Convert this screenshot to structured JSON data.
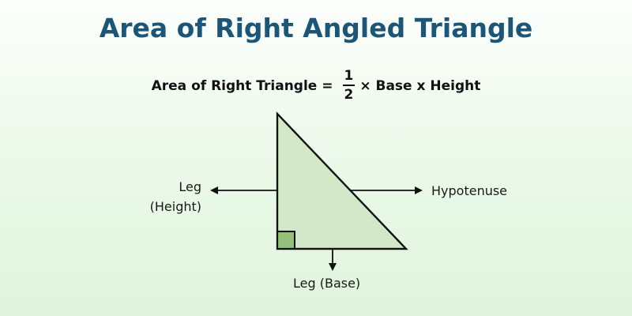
{
  "title": "Area of Right Angled Triangle",
  "formula": {
    "lhs": "Area of Right Triangle =",
    "fraction_numerator": "1",
    "fraction_denominator": "2",
    "rhs": "× Base x Height"
  },
  "labels": {
    "leg_height_line1": "Leg",
    "leg_height_line2": "(Height)",
    "hypotenuse": "Hypotenuse",
    "leg_base": "Leg (Base)"
  },
  "colors": {
    "title": "#1b5577",
    "triangle_fill": "#d3e8c8",
    "right_angle_fill": "#94c07c",
    "stroke": "#111111"
  }
}
